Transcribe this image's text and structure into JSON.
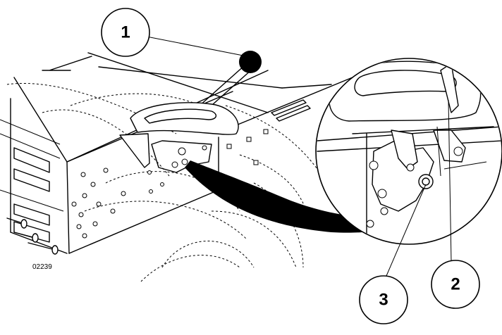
{
  "figure_id": "02239",
  "callouts": [
    {
      "number": "1",
      "target": "lever-ball"
    },
    {
      "number": "2",
      "target": "handle-inset"
    },
    {
      "number": "3",
      "target": "nut-inset"
    }
  ]
}
